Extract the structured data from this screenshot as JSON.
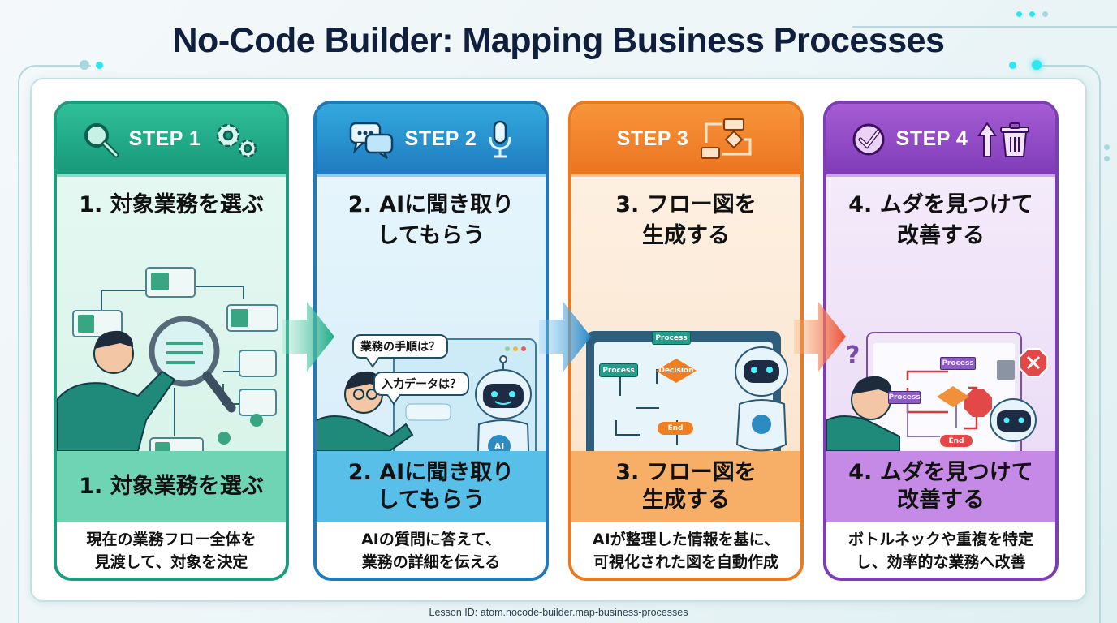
{
  "title": "No-Code Builder: Mapping Business Processes",
  "footer": "Lesson ID: atom.nocode-builder.map-business-processes",
  "colors": {
    "step1": "#1faa86",
    "step2": "#2a88c9",
    "step3": "#f07f24",
    "step4": "#8a45c1",
    "accent_dot": "#2ee6ee",
    "title": "#0f1f3d"
  },
  "steps": [
    {
      "label": "STEP 1",
      "icons": [
        "magnifier-icon",
        "gears-icon"
      ],
      "heading": "1. 対象業務を選ぶ",
      "band": "1. 対象業務を選ぶ",
      "description": "現在の業務フロー全体を\n見渡して、対象を決定"
    },
    {
      "label": "STEP 2",
      "icons": [
        "chat-bubbles-icon",
        "microphone-icon"
      ],
      "heading": "2. AIに聞き取り\nしてもらう",
      "band": "2. AIに聞き取り\nしてもらう",
      "description": "AIの質問に答えて、\n業務の詳細を伝える",
      "bubbles": [
        "業務の手順は？",
        "入力データは？"
      ],
      "robot_badge": "AI"
    },
    {
      "label": "STEP 3",
      "icons": [
        "flowchart-icon"
      ],
      "heading": "3. フロー図を\n生成する",
      "band": "3. フロー図を\n生成する",
      "description": "AIが整理した情報を基に、\n可視化された図を自動作成",
      "flow_nodes": [
        "Process",
        "Process",
        "Decision",
        "End"
      ]
    },
    {
      "label": "STEP 4",
      "icons": [
        "check-circle-icon",
        "arrow-up-icon",
        "trash-icon"
      ],
      "heading": "4. ムダを見つけて\n改善する",
      "band": "4. ムダを見つけて\n改善する",
      "description": "ボトルネックや重複を特定\nし、効率的な業務へ改善",
      "flow_nodes": [
        "Process",
        "Process",
        "End"
      ]
    }
  ]
}
